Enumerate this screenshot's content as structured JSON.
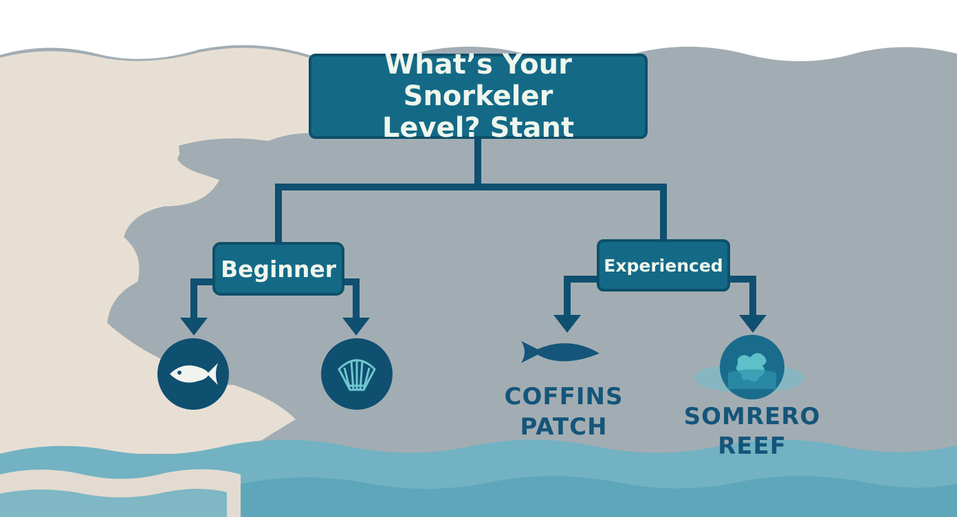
{
  "diagram": {
    "title": "What’s Your Snorkeler\nLevel? Stant",
    "levels": [
      {
        "label": "Beginner",
        "options": [
          {
            "icon": "fish-icon"
          },
          {
            "icon": "shell-icon"
          }
        ]
      },
      {
        "label": "Experienced",
        "options": [
          {
            "icon": "fish-icon",
            "label": "COFFINS\nPATCH"
          },
          {
            "icon": "reef-island-icon",
            "label": "SOMRERO\nREEF"
          }
        ]
      }
    ]
  },
  "colors": {
    "box_fill": "#146a86",
    "box_border": "#0d4f6a",
    "connector": "#0f4f70",
    "sand": "#e8dfd4",
    "water_gray": "#a0acb2",
    "sea": "#6fb1c1",
    "text_dark": "#15557a"
  }
}
